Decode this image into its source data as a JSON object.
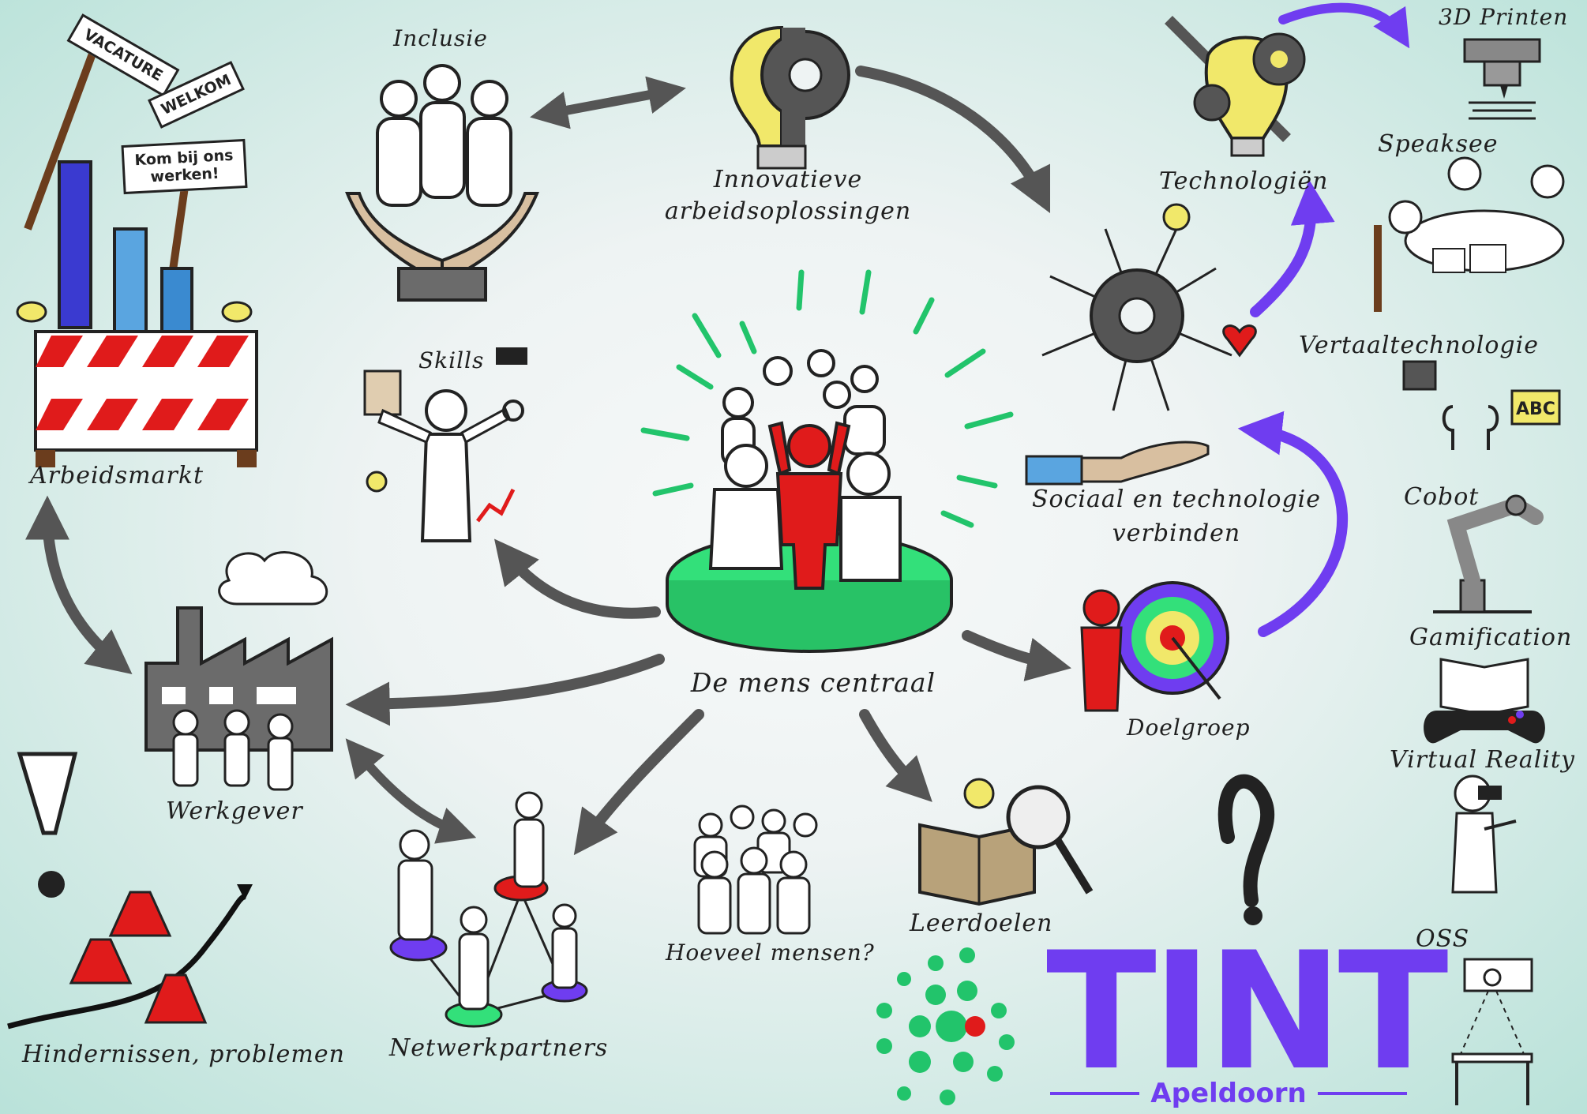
{
  "colors": {
    "accent_purple": "#6f3df0",
    "arrow_gray": "#5a5a5a",
    "figure_red": "#e01b1b",
    "platform_green": "#33e07a",
    "logo_dot_green": "#22c46b",
    "logo_dot_red": "#e01b1b"
  },
  "center": {
    "label": "De mens centraal"
  },
  "nodes": {
    "innovatieve": {
      "line1": "Innovatieve",
      "line2": "arbeidsoplossingen"
    },
    "inclusie": {
      "label": "Inclusie"
    },
    "skills": {
      "label": "Skills"
    },
    "arbeidsmarkt": {
      "label": "Arbeidsmarkt"
    },
    "werkgever": {
      "label": "Werkgever"
    },
    "hindernissen": {
      "label": "Hindernissen, problemen"
    },
    "netwerkpartners": {
      "label": "Netwerkpartners"
    },
    "hoeveel": {
      "label": "Hoeveel mensen?"
    },
    "leerdoelen": {
      "label": "Leerdoelen"
    },
    "doelgroep": {
      "label": "Doelgroep"
    },
    "sociaal": {
      "line1": "Sociaal en technologie",
      "line2": "verbinden"
    },
    "technologien": {
      "label": "Technologiën"
    }
  },
  "signs": {
    "vacature": "VACATURE",
    "welkom": "WELKOM",
    "kom": "Kom bij ons werken!"
  },
  "tech_list": [
    "3D Printen",
    "Speaksee",
    "Vertaaltechnologie",
    "Cobot",
    "Gamification",
    "Virtual Reality",
    "OSS"
  ],
  "abc_badge": "ABC",
  "logo": {
    "name": "TINT",
    "city": "Apeldoorn"
  }
}
